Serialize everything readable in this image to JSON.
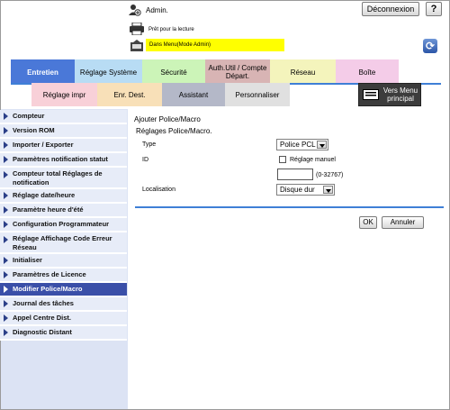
{
  "header": {
    "user": "Admin.",
    "logout_label": "Déconnexion",
    "help_label": "?",
    "status": "Prêt pour la lecture",
    "mode": "Dans Menu(Mode Admin)",
    "refresh_icon": "refresh-icon"
  },
  "main_tabs": [
    {
      "label": "Entretien",
      "bg": "#4a78d8",
      "color": "#ffffff"
    },
    {
      "label": "Réglage Système",
      "bg": "#b8dcf4",
      "color": "#000000"
    },
    {
      "label": "Sécurité",
      "bg": "#ccf4b8",
      "color": "#000000"
    },
    {
      "label": "Auth.Util / Compte Départ.",
      "bg": "#d8b4b4",
      "color": "#000000"
    },
    {
      "label": "Réseau",
      "bg": "#f4f4bc",
      "color": "#000000"
    },
    {
      "label": "Boîte",
      "bg": "#f4cce8",
      "color": "#000000"
    }
  ],
  "sub_tabs": [
    {
      "label": "Réglage impr",
      "bg": "#f8d0d8",
      "color": "#000000"
    },
    {
      "label": "Enr. Dest.",
      "bg": "#f8e0b8",
      "color": "#000000"
    },
    {
      "label": "Assistant",
      "bg": "#b4b8c8",
      "color": "#000000"
    },
    {
      "label": "Personnaliser",
      "bg": "#e0e0e0",
      "color": "#000000"
    }
  ],
  "main_menu_button": {
    "label": "Vers Menu principal",
    "icon": "main-menu-icon"
  },
  "sidebar": {
    "items": [
      {
        "label": "Compteur"
      },
      {
        "label": "Version ROM"
      },
      {
        "label": "Importer / Exporter"
      },
      {
        "label": "Paramètres notification statut"
      },
      {
        "label": "Compteur total Réglages de notification"
      },
      {
        "label": "Réglage date/heure"
      },
      {
        "label": "Paramètre heure d'été"
      },
      {
        "label": "Configuration Programmateur"
      },
      {
        "label": "Réglage Affichage Code Erreur Réseau"
      },
      {
        "label": "Initialiser"
      },
      {
        "label": "Paramètres de Licence"
      },
      {
        "label": "Modifier Police/Macro",
        "active": true
      },
      {
        "label": "Journal des tâches"
      },
      {
        "label": "Appel Centre Dist."
      },
      {
        "label": "Diagnostic Distant"
      }
    ]
  },
  "form": {
    "title": "Ajouter Police/Macro",
    "subtitle": "Réglages Police/Macro.",
    "type_label": "Type",
    "type_value": "Police PCL",
    "id_label": "ID",
    "manual_label": "Réglage manuel",
    "id_value": "",
    "id_range": "(0-32767)",
    "location_label": "Localisation",
    "location_value": "Disque dur",
    "ok_label": "OK",
    "cancel_label": "Annuler"
  }
}
